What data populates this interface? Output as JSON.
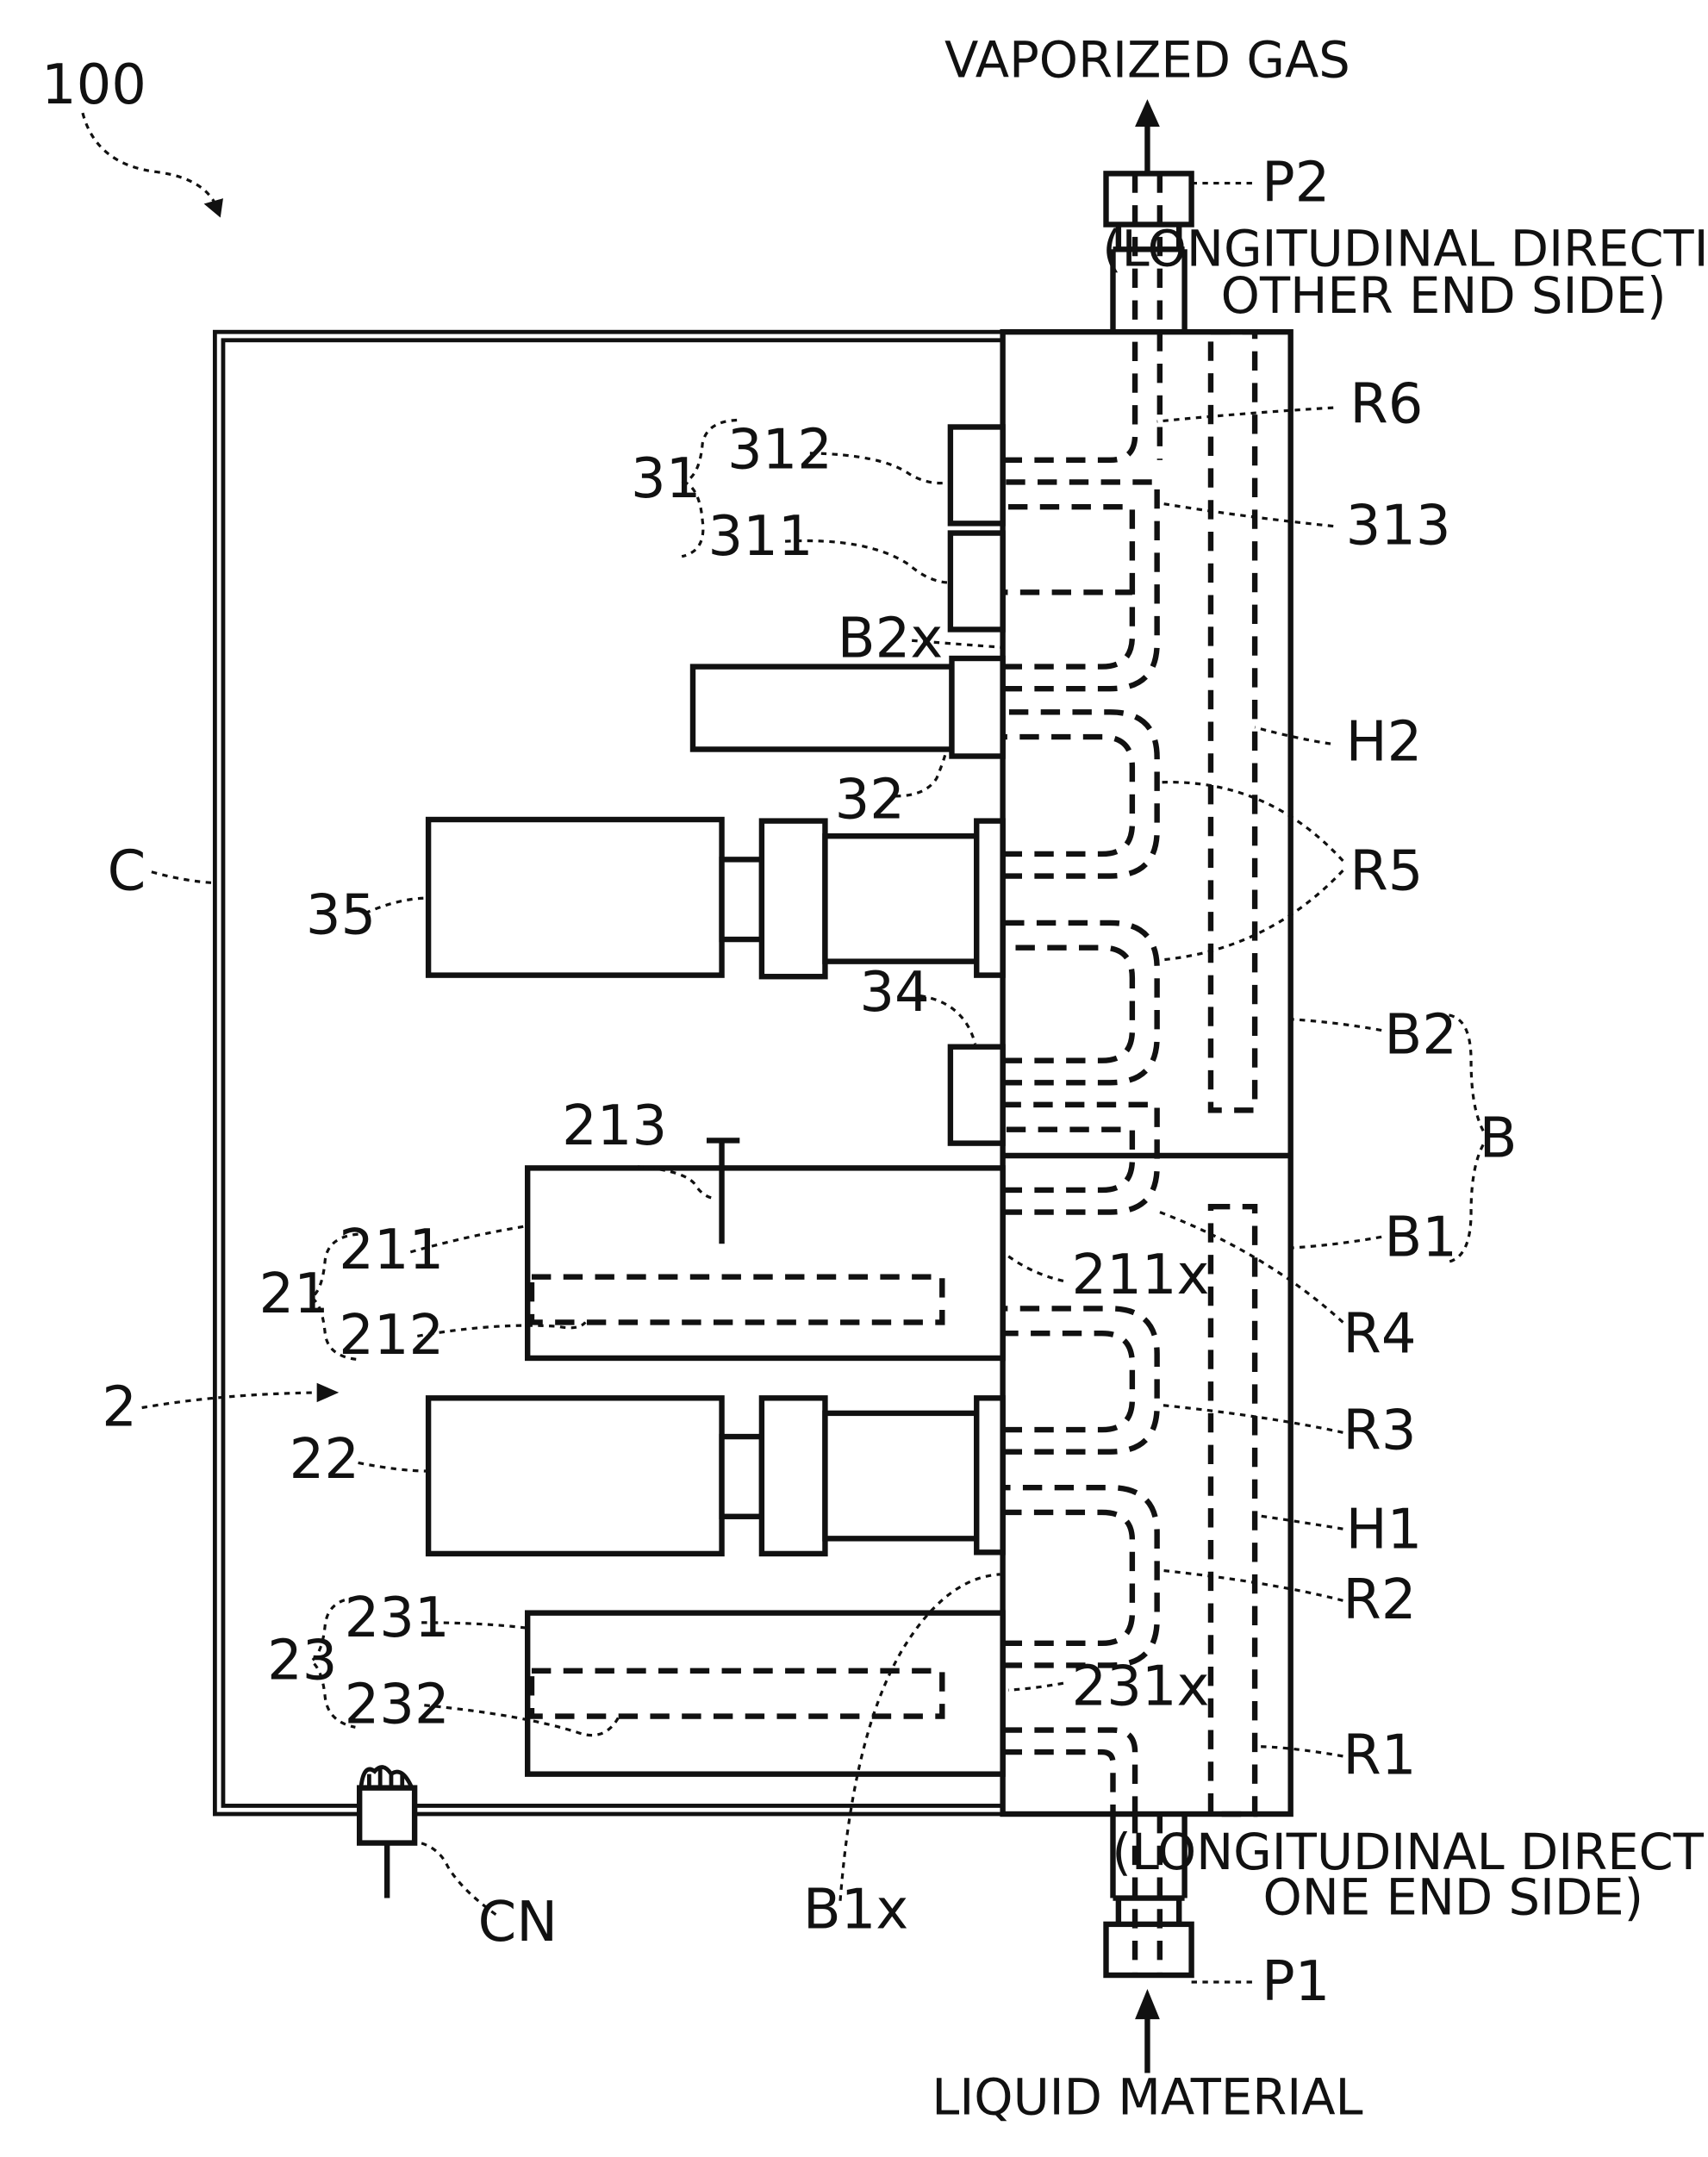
{
  "figure": {
    "ref": "100",
    "flow": {
      "top": "VAPORIZED GAS",
      "bottom": "LIQUID MATERIAL"
    },
    "notes": {
      "top_line1": "(LONGITUDINAL DIRECTION",
      "top_line2": "OTHER END SIDE)",
      "bottom_line1": "(LONGITUDINAL DIRECTION",
      "bottom_line2": "ONE END SIDE)"
    },
    "labels": {
      "P2": "P2",
      "P1": "P1",
      "R6": "R6",
      "R5": "R5",
      "R4": "R4",
      "R3": "R3",
      "R2": "R2",
      "R1": "R1",
      "313": "313",
      "312": "312",
      "311": "311",
      "31": "31",
      "B2x": "B2x",
      "32": "32",
      "H2": "H2",
      "C": "C",
      "35": "35",
      "34": "34",
      "B2": "B2",
      "B": "B",
      "B1": "B1",
      "213": "213",
      "211": "211",
      "211x": "211x",
      "21": "21",
      "212": "212",
      "2": "2",
      "22": "22",
      "H1": "H1",
      "231": "231",
      "23": "23",
      "232": "232",
      "231x": "231x",
      "CN": "CN",
      "B1x": "B1x"
    }
  }
}
